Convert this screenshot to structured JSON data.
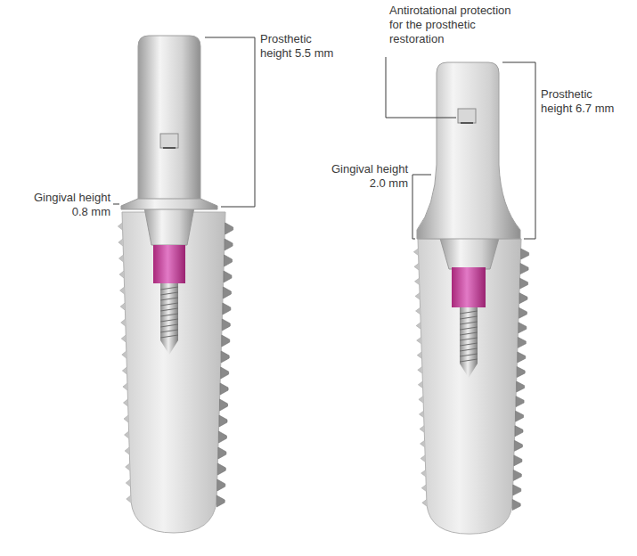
{
  "diagram": {
    "labels": [
      "Prosthetic height 5.5 mm",
      "Gingival height 0.8 mm",
      "Antirotational protection for the prosthetic restoration",
      "Prosthetic height 6.7 mm",
      "Gingival height 2.0 mm"
    ]
  }
}
